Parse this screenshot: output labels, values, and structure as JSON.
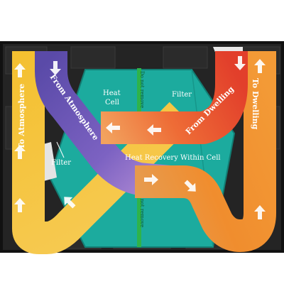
{
  "colors": {
    "heat_cell": "#1cab9e",
    "heat_cell_edge": "#127e74",
    "casing_back": "#111111",
    "casing": "#242424",
    "block": "#2b2b2b",
    "block_edge": "#3a3a3a",
    "stripe_green": "#2fb34a",
    "from_atmosphere": "#6b5cba",
    "to_atmosphere": "#f3bc2f",
    "from_dwelling": "#e8542c",
    "to_dwelling": "#f08d2e",
    "arrow_light": "#ffffff"
  },
  "labels": {
    "heat_cell_line1": "Heat",
    "heat_cell_line2": "Cell",
    "filter_right": "Filter",
    "filter_left": "Filter",
    "heat_recovery": "Heat Recovery Within Cell",
    "stripe_text": "Do not remove"
  },
  "streams": {
    "to_atmosphere": "To Atmosphere",
    "from_atmosphere": "From Atmosphere",
    "from_dwelling": "From Dwelling",
    "to_dwelling": "To Dwelling"
  }
}
